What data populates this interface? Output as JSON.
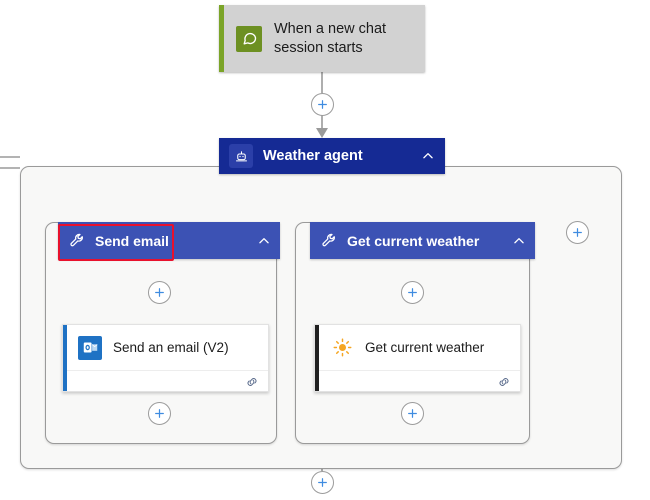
{
  "flow": {
    "trigger": {
      "label": "When a new chat session starts",
      "icon": "teams-chat-icon",
      "accent_color": "#7ba428",
      "background": "#d2d2d2"
    },
    "agent": {
      "label": "Weather agent",
      "icon": "agent-robot-icon",
      "collapse_icon": "chevron-up-icon",
      "background": "#152a94"
    },
    "tools": [
      {
        "label": "Send email",
        "icon": "wrench-icon",
        "collapse_icon": "chevron-up-icon",
        "selected": true,
        "selection_color": "#e8112d",
        "action": {
          "title": "Send an email (V2)",
          "icon": "outlook-icon",
          "accent_color": "#1f72c4",
          "footer_icon": "link-icon"
        }
      },
      {
        "label": "Get current weather",
        "icon": "wrench-icon",
        "collapse_icon": "chevron-up-icon",
        "selected": false,
        "action": {
          "title": "Get current weather",
          "icon": "sun-icon",
          "accent_color": "#202020",
          "footer_icon": "link-icon"
        }
      }
    ],
    "add_buttons": [
      {
        "name": "add-step-after-trigger",
        "icon": "plus-icon"
      },
      {
        "name": "add-step-left-branch-top",
        "icon": "plus-icon"
      },
      {
        "name": "add-step-right-branch-top",
        "icon": "plus-icon"
      },
      {
        "name": "add-step-left-branch-bottom",
        "icon": "plus-icon"
      },
      {
        "name": "add-step-right-branch-bottom",
        "icon": "plus-icon"
      },
      {
        "name": "add-tool",
        "icon": "plus-icon"
      },
      {
        "name": "add-step-after-agent",
        "icon": "plus-icon"
      }
    ],
    "accent": "#3c52b4",
    "plus_color": "#3f8ce0"
  }
}
